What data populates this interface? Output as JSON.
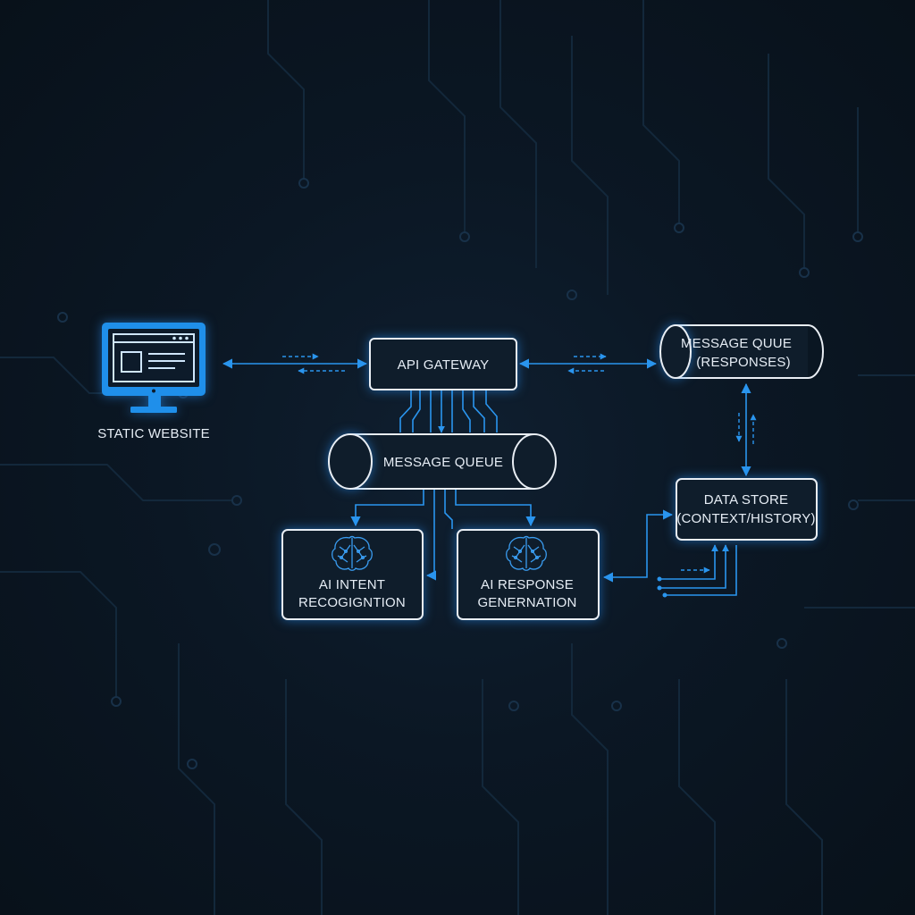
{
  "diagram": {
    "nodes": {
      "static_website": "STATIC WEBSITE",
      "api_gateway": "API GATEWAY",
      "message_queue": "MESSAGE QUEUE",
      "message_queue_responses_line1": "MESSAGE QUUE",
      "message_queue_responses_line2": "(RESPONSES)",
      "data_store_line1": "DATA STORE",
      "data_store_line2": "(CONTEXT/HISTORY)",
      "ai_intent_line1": "AI INTENT",
      "ai_intent_line2": "RECOGIGNTION",
      "ai_response_line1": "AI RESPONSE",
      "ai_response_line2": "GENERNATION"
    },
    "colors": {
      "background": "#0b1521",
      "node_stroke": "#e9eef4",
      "flow": "#2a95ee",
      "monitor": "#1f8fea"
    },
    "icons": [
      "monitor-icon",
      "brain-icon"
    ]
  }
}
